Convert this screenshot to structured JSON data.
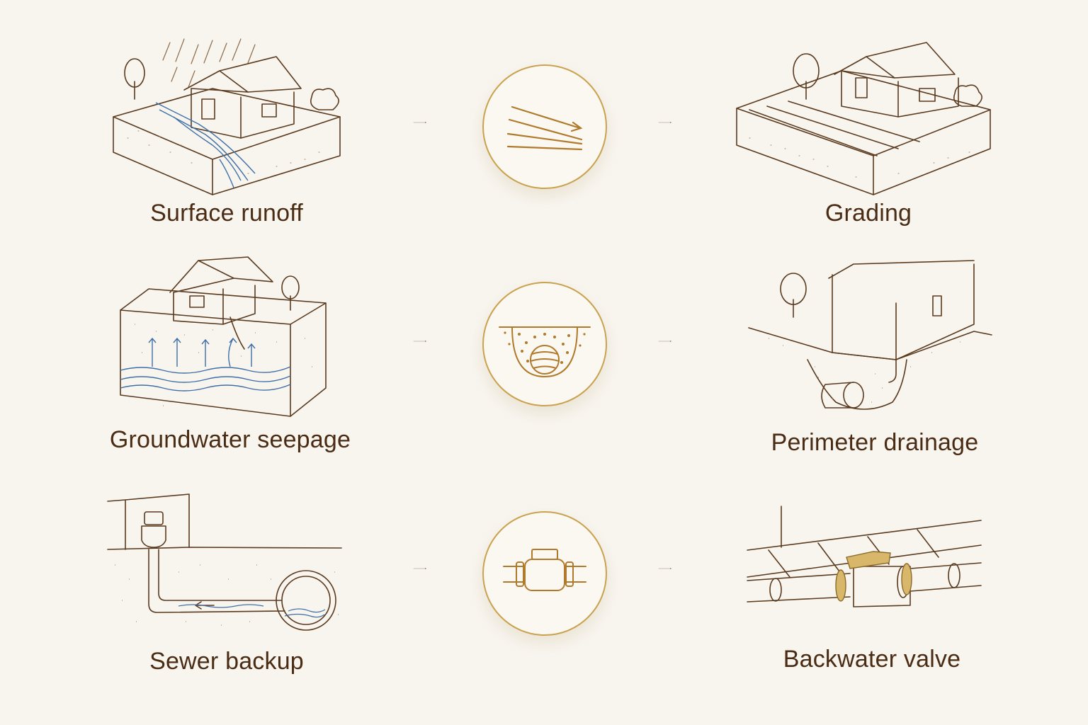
{
  "rows": [
    {
      "problem": {
        "label": "Surface runoff",
        "icon": "house-with-rain-runoff-icon"
      },
      "solution_icon": "slope-grading-icon",
      "solution": {
        "label": "Grading",
        "icon": "house-graded-lot-icon"
      }
    },
    {
      "problem": {
        "label": "Groundwater seepage",
        "icon": "house-groundwater-seepage-icon"
      },
      "solution_icon": "buried-drain-pipe-icon",
      "solution": {
        "label": "Perimeter drainage",
        "icon": "foundation-perimeter-drain-icon"
      }
    },
    {
      "problem": {
        "label": "Sewer backup",
        "icon": "sewer-backup-toilet-icon"
      },
      "solution_icon": "check-valve-icon",
      "solution": {
        "label": "Backwater valve",
        "icon": "backwater-valve-pipe-icon"
      }
    }
  ],
  "colors": {
    "background": "#f8f5ef",
    "ink": "#4a2c14",
    "accent": "#c9a24e",
    "water": "#3f6fa8"
  }
}
